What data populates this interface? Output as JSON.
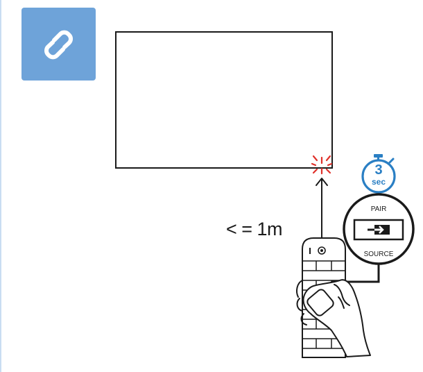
{
  "header": {
    "icon": "link-icon",
    "tile_color": "#6ea3d9"
  },
  "instruction": {
    "distance_label": "< = 1m"
  },
  "timer": {
    "value": "3",
    "unit": "sec",
    "color": "#2a7fc4"
  },
  "remote": {
    "pair_label": "PAIR",
    "source_label": "SOURCE",
    "button_icon": "source-input-icon",
    "highlight_color": "#5f98d6"
  },
  "sensor": {
    "icon": "ir-sensor-flash-icon",
    "color": "#e0312b"
  }
}
